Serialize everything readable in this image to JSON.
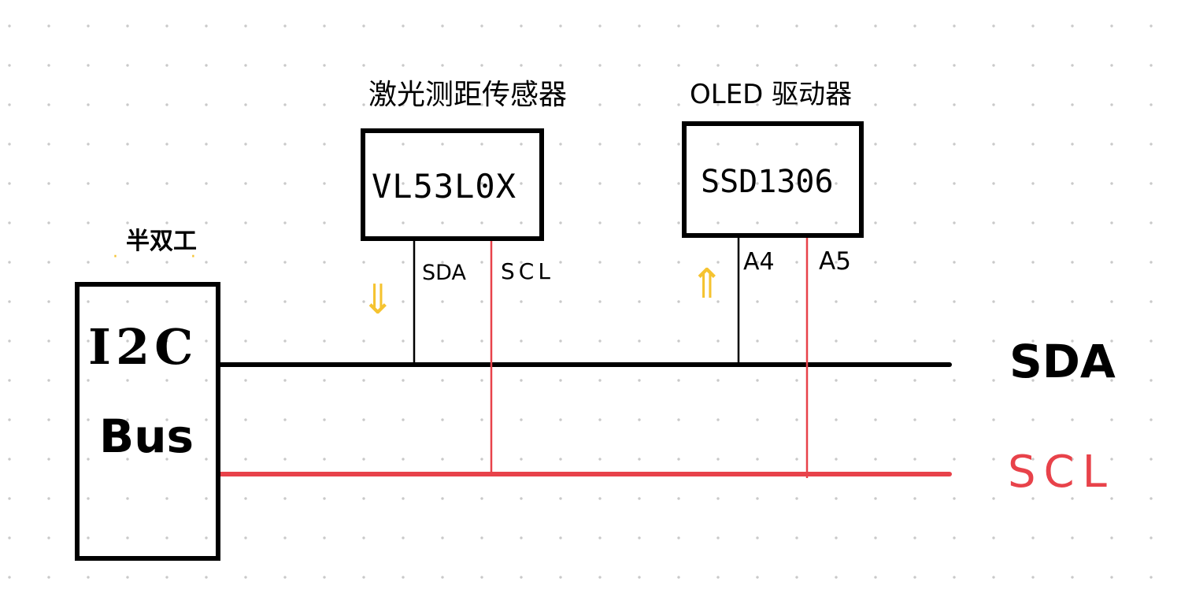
{
  "bus": {
    "label_line1": "I2C",
    "label_line2": "Bus",
    "note": "半双工"
  },
  "sensor": {
    "title": "激光测距传感器",
    "chip": "VL53L0X",
    "pin_sda": "SDA",
    "pin_scl": "SCL",
    "flow_arrow": "⇓"
  },
  "oled": {
    "title": "OLED 驱动器",
    "chip": "SSD1306",
    "pin_sda": "A4",
    "pin_scl": "A5",
    "flow_arrow": "⇑"
  },
  "lines": {
    "sda_label": "SDA",
    "scl_label": "SCL"
  },
  "colors": {
    "sda_line": "#000000",
    "scl_line": "#e8424a",
    "arrow": "#f5c330",
    "grid_dot": "#c9c9c9"
  }
}
